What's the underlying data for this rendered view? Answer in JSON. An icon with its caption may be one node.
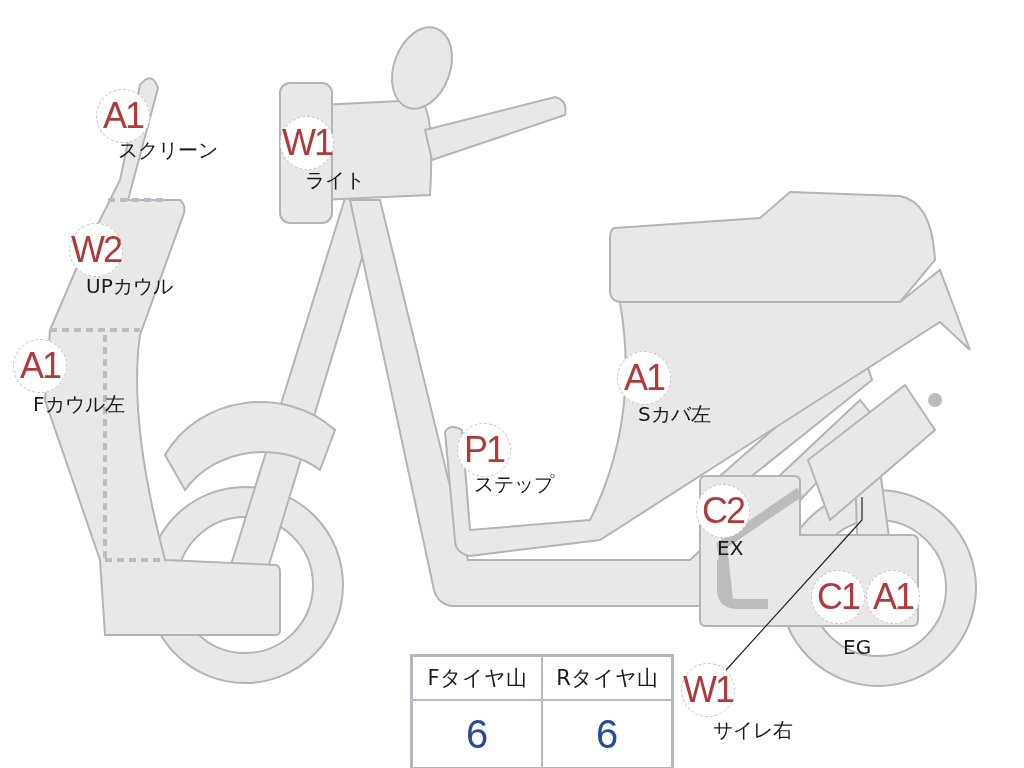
{
  "diagram": {
    "nodes": [
      {
        "text": [
          "A1"
        ],
        "beside": [
          "スクリーン"
        ]
      },
      {
        "text": [
          "W1"
        ],
        "beside": [
          "ライト"
        ]
      },
      {
        "text": [
          "W2"
        ],
        "beside": [
          "UPカウル"
        ]
      },
      {
        "text": [
          "A1"
        ],
        "beside": [
          "Fカウル左"
        ]
      },
      {
        "text": [
          "A1"
        ],
        "beside": [
          "Sカバ左"
        ]
      },
      {
        "text": [
          "P1"
        ],
        "beside": [
          "ステップ"
        ]
      },
      {
        "text": [
          "C2"
        ],
        "beside": [
          "EX"
        ]
      },
      {
        "text": [
          "C1"
        ]
      },
      {
        "text": [
          "A1"
        ]
      },
      {
        "text": [
          "W1"
        ],
        "beside": [
          "サイレ右"
        ]
      },
      {
        "text": [],
        "shape": "box"
      }
    ],
    "edges": [
      {
        "from": 9,
        "to": 10,
        "arrow": "none"
      }
    ],
    "labels": [
      "EG",
      "Fタイヤ山",
      "Rタイヤ山",
      "6",
      "6"
    ]
  }
}
